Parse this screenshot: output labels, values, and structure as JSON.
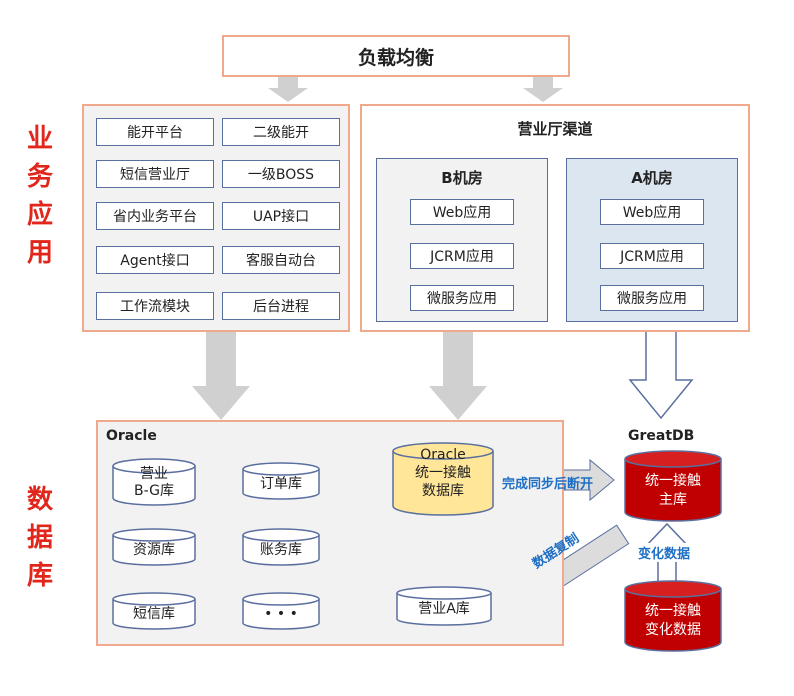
{
  "load_balance": "负载均衡",
  "section_labels": {
    "business": [
      "业",
      "务",
      "应",
      "用"
    ],
    "database": [
      "数",
      "据",
      "库"
    ]
  },
  "left_services": [
    "能开平台",
    "二级能开",
    "短信营业厅",
    "一级BOSS",
    "省内业务平台",
    "UAP接口",
    "Agent接口",
    "客服自动台",
    "工作流模块",
    "后台进程"
  ],
  "channel": {
    "title": "营业厅渠道",
    "rooms": [
      {
        "name": "B机房",
        "apps": [
          "Web应用",
          "JCRM应用",
          "微服务应用"
        ]
      },
      {
        "name": "A机房",
        "apps": [
          "Web应用",
          "JCRM应用",
          "微服务应用"
        ]
      }
    ]
  },
  "oracle": {
    "title": "Oracle",
    "dbs": [
      {
        "lines": [
          "营业",
          "B-G库"
        ]
      },
      {
        "lines": [
          "订单库"
        ]
      },
      {
        "lines": [
          "资源库"
        ]
      },
      {
        "lines": [
          "账务库"
        ]
      },
      {
        "lines": [
          "短信库"
        ]
      },
      {
        "lines": [
          "• • •"
        ]
      }
    ],
    "contact_db": [
      "Oracle",
      "统一接触",
      "数据库"
    ],
    "a_db": "营业A库"
  },
  "greatdb": {
    "title": "GreatDB",
    "main_db": [
      "统一接触",
      "主库"
    ],
    "change_db": [
      "统一接触",
      "变化数据"
    ]
  },
  "flows": {
    "sync_label": "完成同步后断开",
    "replicate_label": "数据复制",
    "change_label": "变化数据"
  },
  "colors": {
    "accent_red": "#e1261c",
    "border_orange": "#f0a98c",
    "box_blue": "#5a6f9e",
    "db_yellow": "#ffe699",
    "db_red": "#c00000",
    "arrow_grey": "#d0d0d0",
    "label_blue": "#1f6fc5"
  }
}
